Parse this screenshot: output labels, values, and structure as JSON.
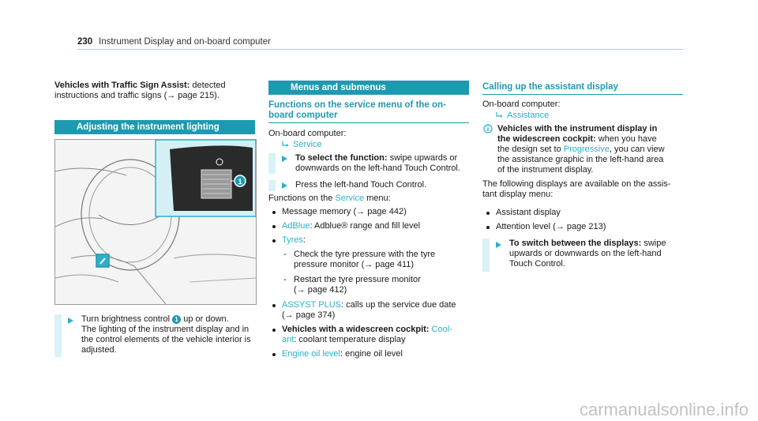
{
  "header": {
    "page_number": "230",
    "title": "Instrument Display and on-board computer"
  },
  "col1": {
    "intro_bold": "Vehicles with Traffic Sign Assist:",
    "intro_text1": " detected",
    "intro_line2": "instructions and traffic signs (→ page 215).",
    "section_title": "Adjusting the instrument lighting",
    "figure_callout": "1",
    "step_l1a": "Turn brightness control ",
    "step_num": "1",
    "step_l1b": " up or down.",
    "step_l2": "The lighting of the instrument display and in",
    "step_l3": "the control elements of the vehicle interior is",
    "step_l4": "adjusted."
  },
  "col2": {
    "band_title": "Menus and submenus",
    "subhead_l1": "Functions on the service menu of the on-",
    "subhead_l2": "board computer",
    "onboard_label": "On-board computer:",
    "nav_link": "Service",
    "step1_bold": "To select the function:",
    "step1_rest": " swipe upwards or",
    "step1_l2": "downwards on the left-hand Touch Control.",
    "step2_l1": "Press the left-hand Touch Control.",
    "functions_a": "Functions on the ",
    "functions_link": "Service",
    "functions_b": " menu:",
    "b1": "Message memory (→ page 442)",
    "b2_link": "AdBlue",
    "b2_rest": ": Adblue® range and fill level",
    "b3_link": "Tyres",
    "b3_colon": ":",
    "d1_l1": "Check the tyre pressure with the tyre",
    "d1_l2": "pressure monitor (→ page 411)",
    "d2_l1": "Restart the tyre pressure monitor",
    "d2_l2": "(→ page 412)",
    "b4_link": "ASSYST PLUS",
    "b4_rest": ": calls up the service due date",
    "b4_l2": "(→ page 374)",
    "b5_bold": "Vehicles with a widescreen cockpit:",
    "b5_link1": " Cool-",
    "b5_link2": "ant",
    "b5_rest": ": coolant temperature display",
    "b6_link": "Engine oil level",
    "b6_rest": ": engine oil level"
  },
  "col3": {
    "subhead": "Calling up the assistant display",
    "onboard_label": "On-board computer:",
    "nav_link": "Assistance",
    "note_bold_l1": "Vehicles with the instrument display in",
    "note_bold_l2a": "the widescreen cockpit:",
    "note_rest_l2": " when you have",
    "note_l3a": "the design set to ",
    "note_l3_link": "Progressive",
    "note_l3b": ", you can view",
    "note_l4": "the assistance graphic in the left-hand area",
    "note_l5": "of the instrument display.",
    "p_l1": "The following displays are available on the assis-",
    "p_l2": "tant display menu:",
    "b1": "Assistant display",
    "b2": "Attention level (→ page 213)",
    "step_bold": "To switch between the displays:",
    "step_rest": " swipe",
    "step_l2": "upwards or downwards on the left-hand",
    "step_l3": "Touch Control."
  },
  "watermark": "carmanualsonline.info",
  "colors": {
    "accent": "#1e9ab0",
    "link": "#2bb0c8",
    "stepbar": "#d8f2f6"
  }
}
